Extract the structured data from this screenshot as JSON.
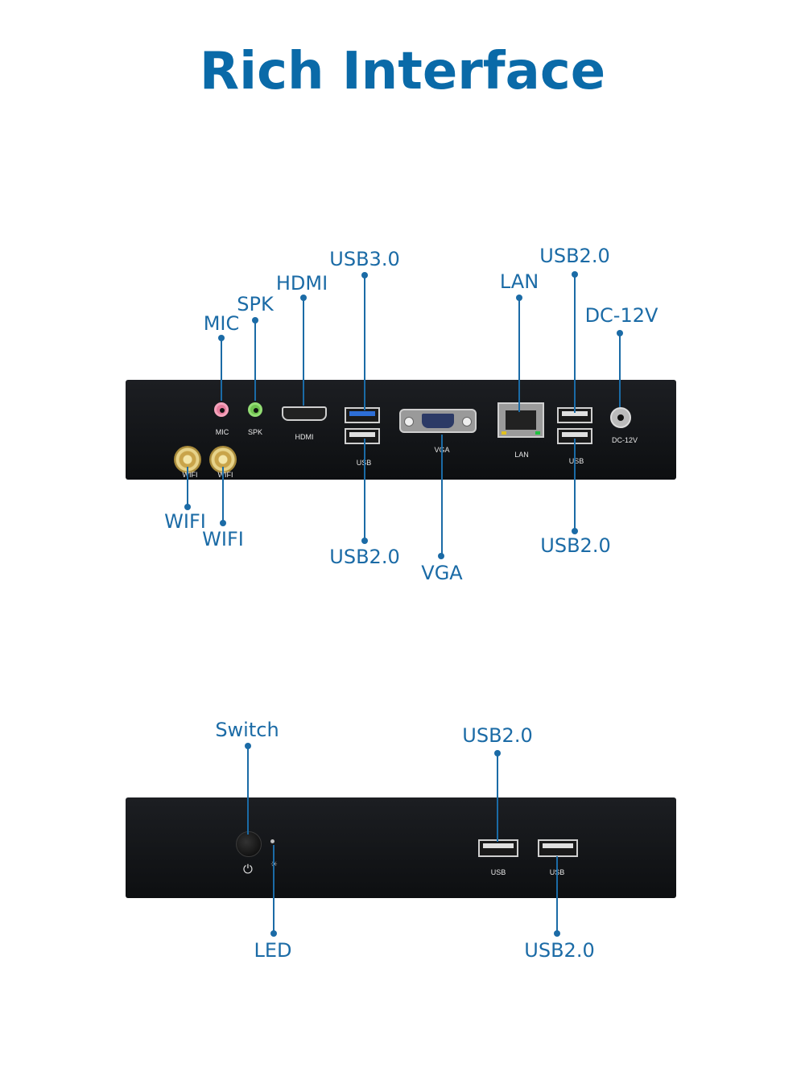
{
  "title": "Rich Interface",
  "rear_callouts": {
    "mic": "MIC",
    "spk": "SPK",
    "hdmi": "HDMI",
    "usb30": "USB3.0",
    "lan": "LAN",
    "usb20_top": "USB2.0",
    "dc12v": "DC-12V",
    "wifi1": "WIFI",
    "wifi2": "WIFI",
    "usb20_bottom_left": "USB2.0",
    "vga": "VGA",
    "usb20_bottom_right": "USB2.0"
  },
  "rear_panel_labels": {
    "mic": "MIC",
    "spk": "SPK",
    "hdmi": "HDMI",
    "usb_left": "USB",
    "vga": "VGA",
    "lan": "LAN",
    "usb_right": "USB",
    "dc": "DC-12V",
    "wifi1": "WIFI",
    "wifi2": "WIFI"
  },
  "front_callouts": {
    "switch": "Switch",
    "usb20_top": "USB2.0",
    "led": "LED",
    "usb20_bottom": "USB2.0"
  },
  "front_panel_labels": {
    "usb1": "USB",
    "usb2": "USB"
  },
  "icons": {
    "power": "power-icon",
    "led": "led-icon"
  },
  "colors": {
    "accent": "#0a6aa8",
    "callout": "#1b6ba6",
    "panel": "#15171a"
  }
}
